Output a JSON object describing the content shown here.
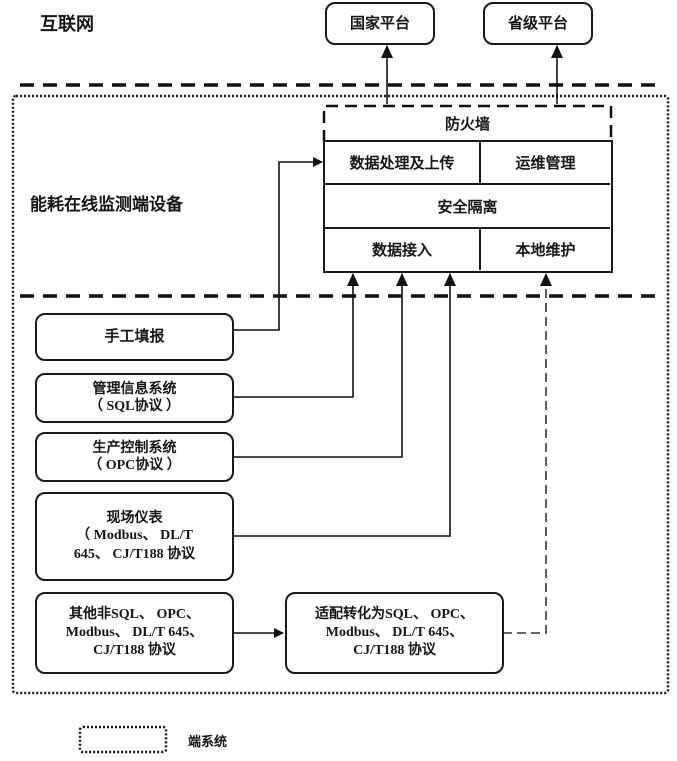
{
  "zones": {
    "internet_label": "互联网",
    "device_label": "能耗在线监测端设备"
  },
  "platforms": {
    "national": "国家平台",
    "provincial": "省级平台"
  },
  "device_stack": {
    "firewall": "防火墙",
    "data_processing_upload": "数据处理及上传",
    "ops_management": "运维管理",
    "security_isolation": "安全隔离",
    "data_access": "数据接入",
    "local_maintenance": "本地维护"
  },
  "sources": [
    {
      "lines": [
        "手工填报"
      ]
    },
    {
      "lines": [
        "管理信息系统",
        "（ SQL协议 ）"
      ]
    },
    {
      "lines": [
        "生产控制系统",
        "（ OPC协议 ）"
      ]
    },
    {
      "lines": [
        "现场仪表",
        "（ Modbus、 DL/T",
        "645、 CJ/T188 协议"
      ]
    },
    {
      "lines": [
        "其他非SQL、 OPC、",
        "Modbus、  DL/T 645、",
        "CJ/T188 协议"
      ]
    }
  ],
  "adapter": {
    "lines": [
      "适配转化为SQL、 OPC、",
      "Modbus、  DL/T 645、",
      "CJ/T188 协议"
    ]
  },
  "legend": {
    "end_system_label": "端系统"
  }
}
